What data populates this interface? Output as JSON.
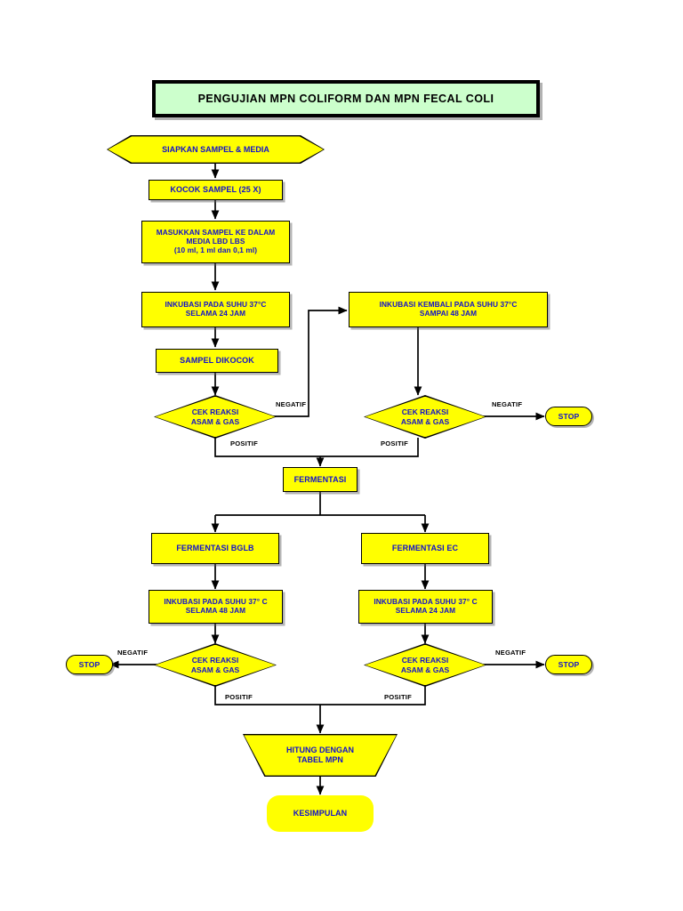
{
  "diagram": {
    "title": "PENGUJIAN MPN COLIFORM DAN MPN FECAL COLI",
    "colors": {
      "title_fill": "#ccffcc",
      "node_fill": "#ffff00",
      "node_text": "#1111cc",
      "edge_label_text": "#000000",
      "stroke": "#000000",
      "background": "#ffffff"
    },
    "nodes": {
      "prepare": {
        "label": "SIAPKAN SAMPEL & MEDIA",
        "shape": "hexagon"
      },
      "shake": {
        "label": "KOCOK SAMPEL (25 X)",
        "shape": "process"
      },
      "insert_media": {
        "line1": "MASUKKAN SAMPEL KE DALAM",
        "line2": "MEDIA LBD LBS",
        "line3": "(10 ml, 1 ml dan 0,1 ml)",
        "shape": "process"
      },
      "incubate_24": {
        "line1": "INKUBASI PADA SUHU 37°C",
        "line2": "SELAMA 24 JAM",
        "shape": "process"
      },
      "incubate_again_48": {
        "line1": "INKUBASI KEMBALI PADA SUHU 37°C",
        "line2": "SAMPAI  48 JAM",
        "shape": "process"
      },
      "sample_shaken": {
        "label": "SAMPEL DIKOCOK",
        "shape": "process"
      },
      "check_1": {
        "line1": "CEK REAKSI",
        "line2": "ASAM & GAS",
        "shape": "decision"
      },
      "check_2": {
        "line1": "CEK REAKSI",
        "line2": "ASAM & GAS",
        "shape": "decision"
      },
      "stop_1": {
        "label": "STOP",
        "shape": "terminator"
      },
      "fermentation": {
        "label": "FERMENTASI",
        "shape": "process"
      },
      "fermentation_bglb": {
        "label": "FERMENTASI BGLB",
        "shape": "process"
      },
      "fermentation_ec": {
        "label": "FERMENTASI EC",
        "shape": "process"
      },
      "incubate_bglb": {
        "line1": "INKUBASI PADA SUHU 37° C",
        "line2": "SELAMA 48 JAM",
        "shape": "process"
      },
      "incubate_ec": {
        "line1": "INKUBASI PADA SUHU 37° C",
        "line2": "SELAMA 24 JAM",
        "shape": "process"
      },
      "check_3": {
        "line1": "CEK REAKSI",
        "line2": "ASAM & GAS",
        "shape": "decision"
      },
      "check_4": {
        "line1": "CEK REAKSI",
        "line2": "ASAM & GAS",
        "shape": "decision"
      },
      "stop_2": {
        "label": "STOP",
        "shape": "terminator"
      },
      "stop_3": {
        "label": "STOP",
        "shape": "terminator"
      },
      "compute_mpn": {
        "line1": "HITUNG DENGAN",
        "line2": "TABEL MPN",
        "shape": "trapezoid"
      },
      "conclusion": {
        "label": "KESIMPULAN",
        "shape": "rounded"
      }
    },
    "edge_labels": {
      "check1_negatif": "NEGATIF",
      "check1_positif": "POSITIF",
      "check2_negatif": "NEGATIF",
      "check2_positif": "POSITIF",
      "check3_negatif": "NEGATIF",
      "check3_positif": "POSITIF",
      "check4_negatif": "NEGATIF",
      "check4_positif": "POSITIF"
    }
  }
}
